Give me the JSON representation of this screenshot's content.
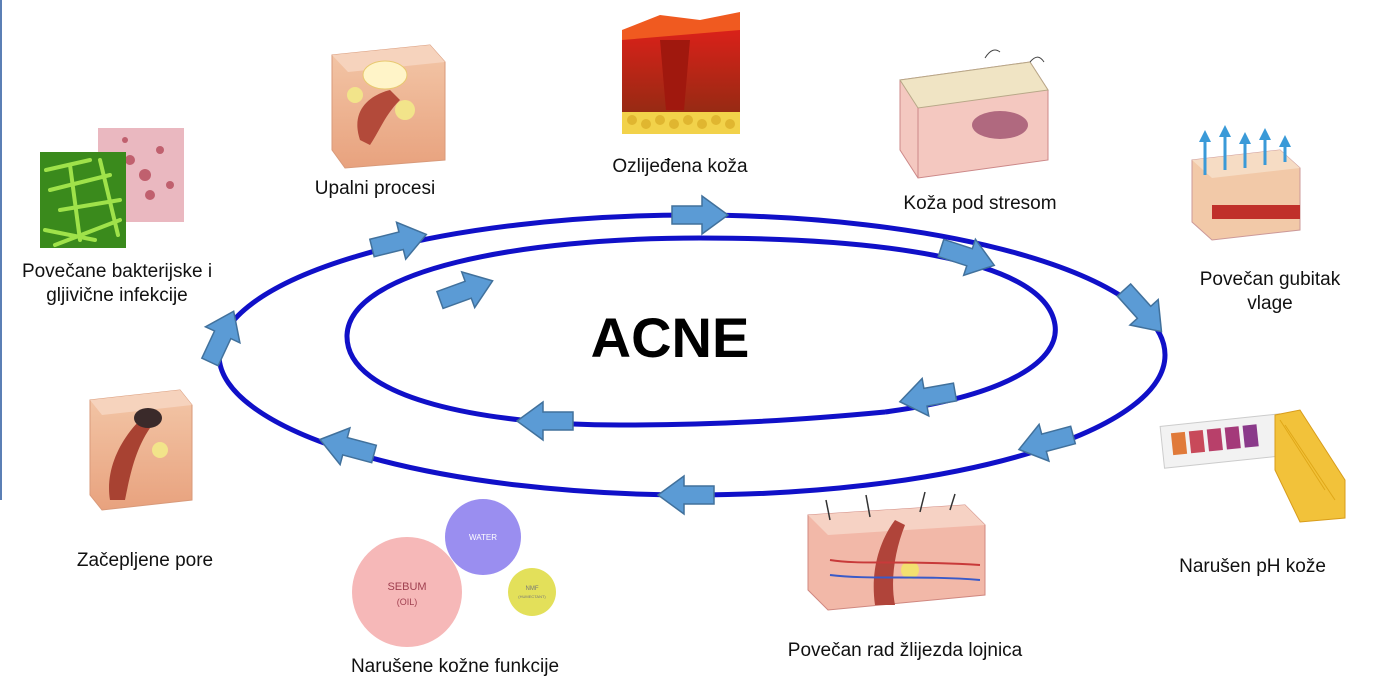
{
  "title": "ACNE",
  "stages": [
    {
      "label": "Upalni procesi"
    },
    {
      "label": "Ozlijeđena koža"
    },
    {
      "label": "Koža pod stresom"
    },
    {
      "label": "Povečan gubitak vlage"
    },
    {
      "label": "Narušen pH kože"
    },
    {
      "label": "Povečan rad žlijezda lojnica"
    },
    {
      "label": "Narušene kožne funkcije"
    },
    {
      "label": "Začepljene pore"
    },
    {
      "label": "Povečane bakterijske i gljivične infekcije"
    }
  ],
  "bubbles": {
    "sebum": "SEBUM",
    "oil": "(OIL)",
    "water": "WATER",
    "nmf": "NMF",
    "humectant": "(HUMECTANT)"
  },
  "colors": {
    "ring": "#1010c8",
    "arrow": "#5b9bd5",
    "arrow_stroke": "#41719c",
    "sebum": "#f6b8b8",
    "water": "#9a8ef0",
    "nmf": "#e3e05a"
  }
}
